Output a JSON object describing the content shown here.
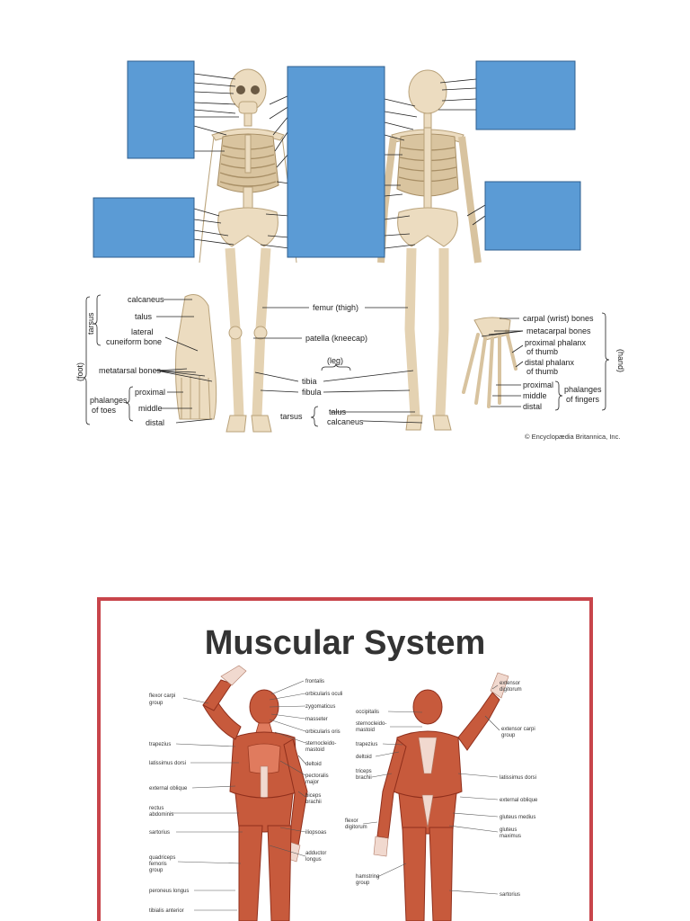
{
  "skeleton": {
    "labels": {
      "calcaneus_foot": "calcaneus",
      "talus_foot": "talus",
      "lateral": "lateral",
      "cuneiform": "cuneiform bone",
      "metatarsal": "metatarsal bones",
      "proximal_toes": "proximal",
      "phalanges_toes_1": "phalanges",
      "phalanges_toes_2": "of toes",
      "middle_toes": "middle",
      "distal_toes": "distal",
      "tarsus_side": "tarsus",
      "foot_side": "(foot)",
      "femur": "femur (thigh)",
      "patella": "patella (kneecap)",
      "leg": "(leg)",
      "tibia": "tibia",
      "fibula": "fibula",
      "tarsus_center": "tarsus",
      "talus_center": "talus",
      "calcaneus_center": "calcaneus",
      "carpal": "carpal (wrist) bones",
      "metacarpal": "metacarpal bones",
      "prox_phalanx_1": "proximal phalanx",
      "prox_phalanx_2": "of thumb",
      "distal_phalanx_1": "distal phalanx",
      "distal_phalanx_2": "of thumb",
      "proximal_fingers": "proximal",
      "middle_fingers": "middle",
      "distal_fingers": "distal",
      "phalanges_fingers_1": "phalanges",
      "phalanges_fingers_2": "of fingers",
      "hand_side": "(hand)"
    },
    "credit": "© Encyclopædia Britannica, Inc.",
    "box_color": "#5b9bd5"
  },
  "muscular": {
    "title": "Muscular System",
    "frame_color": "#c8454b",
    "front_left": [
      "flexor carpi",
      "group",
      "trapezius",
      "latissimus dorsi",
      "external oblique",
      "rectus",
      "abdominis",
      "sartorius",
      "quadriceps",
      "femoris",
      "group",
      "peroneus longus",
      "tibialis anterior"
    ],
    "front_right": [
      "frontalis",
      "orbicularis oculi",
      "zygomaticus",
      "masseter",
      "orbicularis oris",
      "sternocleido-",
      "mastoid",
      "deltoid",
      "pectoralis",
      "major",
      "biceps",
      "brachii",
      "iliopsoas",
      "adductor",
      "longus"
    ],
    "back_left": [
      "occipitalis",
      "sternocleido-",
      "mastoid",
      "trapezius",
      "deltoid",
      "triceps",
      "brachii",
      "flexor",
      "digitorum",
      "hamstring",
      "group"
    ],
    "back_right": [
      "extensor",
      "digitorum",
      "extensor carpi",
      "group",
      "latissimus dorsi",
      "external oblique",
      "gluteus medius",
      "gluteus",
      "maximus",
      "sartorius"
    ]
  }
}
